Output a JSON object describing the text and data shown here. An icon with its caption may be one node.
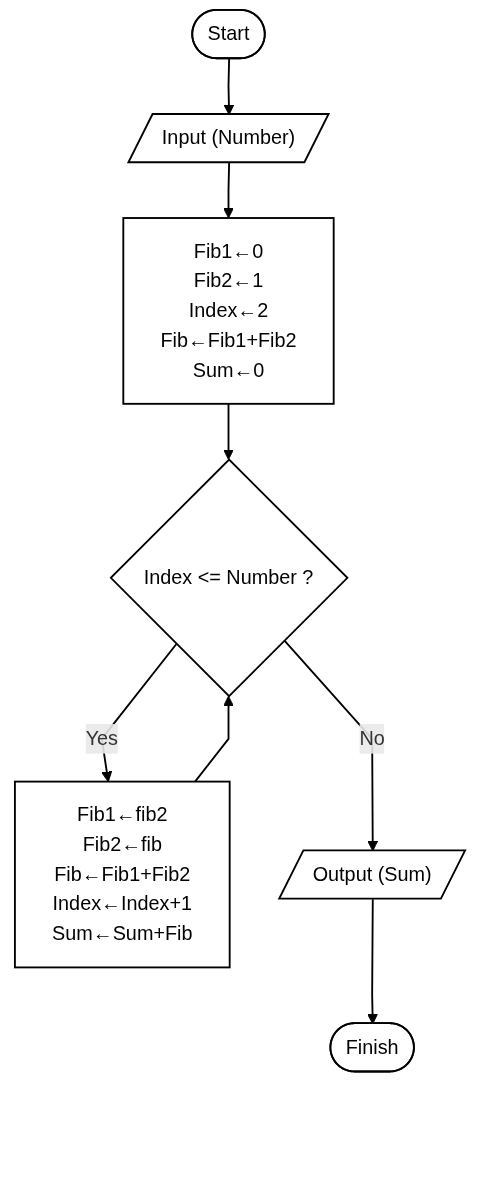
{
  "diagram": {
    "nodes": [
      {
        "text": [
          "Start"
        ]
      },
      {
        "text": [
          "Input (Number)"
        ]
      },
      {
        "text": [
          "Fib1←0",
          "Fib2←1",
          "Index←2",
          "Fib←Fib1+Fib2",
          "Sum←0"
        ]
      },
      {
        "text": [
          "Index <= Number ?"
        ]
      },
      {
        "text": [
          "Fib1←fib2",
          "Fib2←fib",
          "Fib←Fib1+Fib2",
          "Index←Index+1",
          "Sum←Sum+Fib"
        ]
      },
      {
        "text": [
          "Output (Sum)"
        ]
      },
      {
        "text": [
          "Finish"
        ]
      }
    ],
    "edges": [
      {
        "from": 0,
        "to": 1,
        "arrow": "to"
      },
      {
        "from": 1,
        "to": 2,
        "arrow": "to"
      },
      {
        "from": 2,
        "to": 3,
        "arrow": "to"
      },
      {
        "from": 3,
        "to": 4,
        "arrow": "to",
        "label": "Yes"
      },
      {
        "from": 4,
        "to": 3,
        "arrow": "to"
      },
      {
        "from": 3,
        "to": 5,
        "arrow": "to",
        "label": "No"
      },
      {
        "from": 5,
        "to": 6,
        "arrow": "to"
      }
    ]
  }
}
